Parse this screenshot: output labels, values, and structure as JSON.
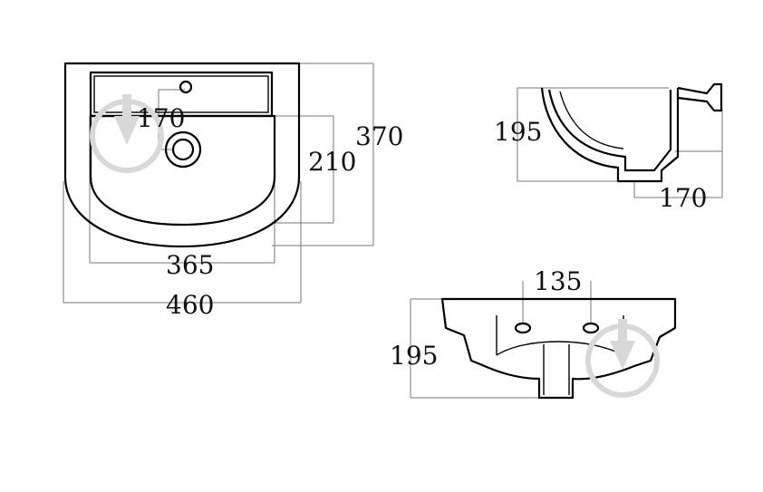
{
  "top_view": {
    "dim_tap_offset": "170",
    "dim_inner_depth": "210",
    "dim_total_depth": "370",
    "dim_inner_width": "365",
    "dim_total_width": "460"
  },
  "side_view": {
    "dim_height": "195",
    "dim_drain_offset": "170"
  },
  "front_view": {
    "dim_bolt_spacing": "135",
    "dim_height": "195"
  },
  "colors": {
    "line": "#000000",
    "dimension": "#777777",
    "watermark": "#d8d8d8"
  }
}
